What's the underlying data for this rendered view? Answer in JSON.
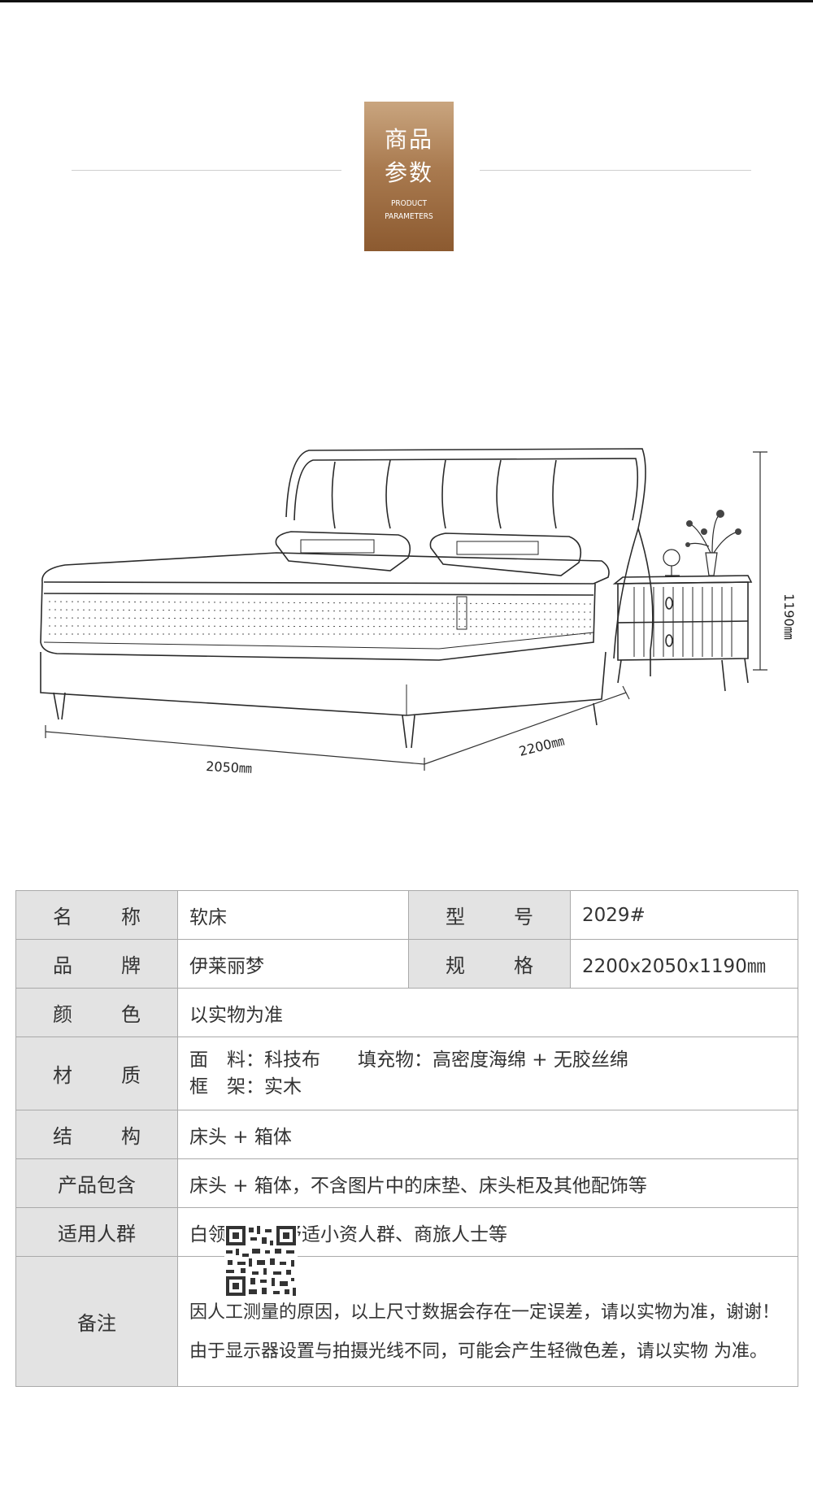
{
  "header": {
    "title_line1": "商品",
    "title_line2": "参数",
    "subtitle_line1": "PRODUCT",
    "subtitle_line2": "PARAMETERS"
  },
  "dimensions": {
    "width": "2050㎜",
    "depth": "2200㎜",
    "height": "1190㎜"
  },
  "params": {
    "name_label": "名称",
    "name_value": "软床",
    "model_label": "型号",
    "model_value": "2029#",
    "brand_label": "品牌",
    "brand_value": "伊莱丽梦",
    "spec_label": "规格",
    "spec_value": "2200x2050x1190㎜",
    "color_label": "颜色",
    "color_value": "以实物为准",
    "material_label": "材质",
    "material_line1": "面　料：科技布　　填充物：高密度海绵 + 无胶丝绵",
    "material_line2": "框　架：实木",
    "structure_label": "结构",
    "structure_value": "床头 + 箱体",
    "package_label": "产品包含",
    "package_value": "床头 + 箱体，不含图片中的床垫、床头柜及其他配饰等",
    "audience_label": "适用人群",
    "audience_value": "白领人群、舒适小资人群、商旅人士等",
    "remark_label": "备注",
    "remark_line1": "因人工测量的原因，以上尺寸数据会存在一定误差，请以实物为准，谢谢！",
    "remark_line2": "由于显示器设置与拍摄光线不同，可能会产生轻微色差，请以实物 为准。"
  },
  "colors": {
    "badge_top": "#c9a57f",
    "badge_bottom": "#8c5a30",
    "label_bg": "#e3e3e3",
    "border": "#aaaaaa"
  }
}
